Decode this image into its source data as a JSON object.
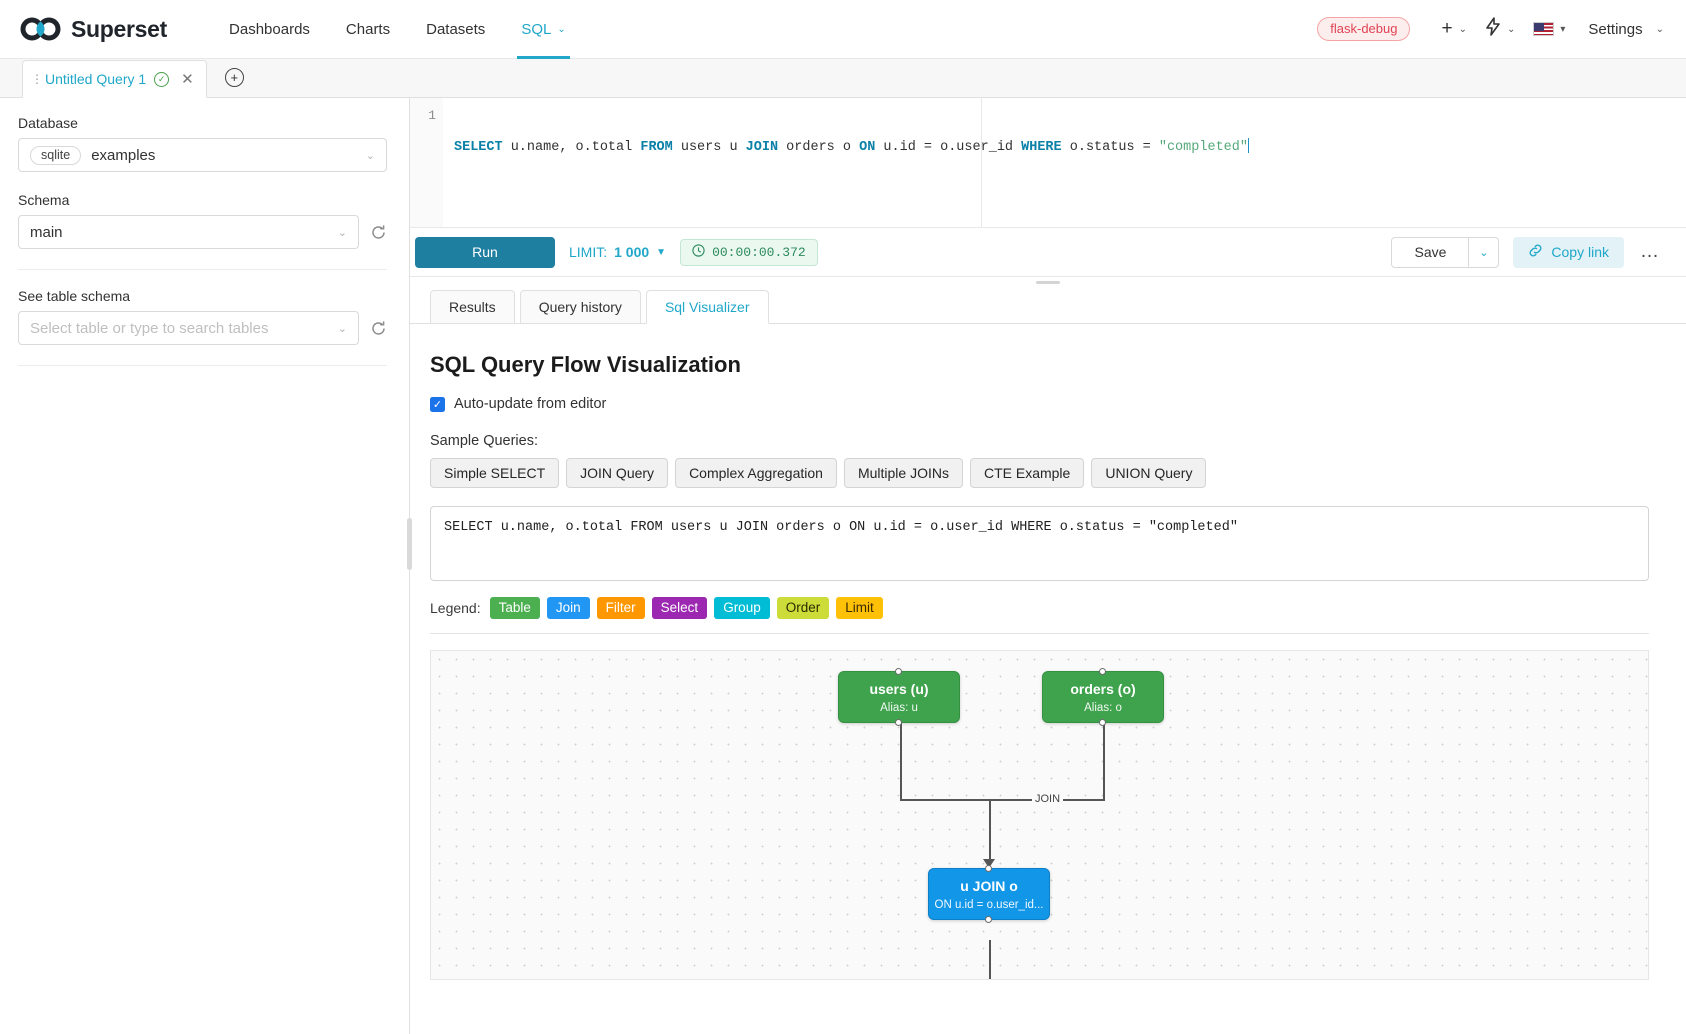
{
  "navbar": {
    "brand": "Superset",
    "links": [
      {
        "label": "Dashboards",
        "active": false,
        "caret": ""
      },
      {
        "label": "Charts",
        "active": false,
        "caret": ""
      },
      {
        "label": "Datasets",
        "active": false,
        "caret": ""
      },
      {
        "label": "SQL",
        "active": true,
        "caret": "⌄"
      }
    ],
    "debug_badge": "flask-debug",
    "plus_icon": "+",
    "plus_caret": "⌄",
    "bolt_icon": "⚡",
    "bolt_caret": "⌄",
    "lang_caret": "▾",
    "settings_label": "Settings",
    "settings_caret": "⌄",
    "accent_color": "#20a7c9"
  },
  "query_tabs": {
    "tab_label": "Untitled Query 1",
    "status_icon": "✓",
    "close_icon": "✕",
    "add_icon": "+"
  },
  "sidebar": {
    "database_label": "Database",
    "database_pill": "sqlite",
    "database_value": "examples",
    "schema_label": "Schema",
    "schema_value": "main",
    "table_label": "See table schema",
    "table_placeholder": "Select table or type to search tables",
    "caret": "⌄",
    "refresh_icon": "↻"
  },
  "editor": {
    "line_number": "1",
    "tokens": [
      {
        "t": "SELECT",
        "k": "kw"
      },
      {
        "t": " u.name, o.total ",
        "k": ""
      },
      {
        "t": "FROM",
        "k": "kw"
      },
      {
        "t": " users u ",
        "k": ""
      },
      {
        "t": "JOIN",
        "k": "kw"
      },
      {
        "t": " orders o ",
        "k": ""
      },
      {
        "t": "ON",
        "k": "kw"
      },
      {
        "t": " u.id = o.user_id ",
        "k": ""
      },
      {
        "t": "WHERE",
        "k": "kw"
      },
      {
        "t": " o.status = ",
        "k": ""
      },
      {
        "t": "\"completed\"",
        "k": "str"
      }
    ]
  },
  "toolbar": {
    "run_label": "Run",
    "limit_prefix": "LIMIT:",
    "limit_value": "1 000",
    "limit_caret": "▼",
    "timer_icon": "◴",
    "timer_value": "00:00:00.372",
    "save_label": "Save",
    "save_caret": "⌄",
    "copy_link_icon": "⚭",
    "copy_link_label": "Copy link",
    "more_icon": "…"
  },
  "result_tabs": [
    {
      "label": "Results",
      "active": false
    },
    {
      "label": "Query history",
      "active": false
    },
    {
      "label": "Sql Visualizer",
      "active": true
    }
  ],
  "visualizer": {
    "title": "SQL Query Flow Visualization",
    "auto_update_label": "Auto-update from editor",
    "auto_update_checked": true,
    "check_glyph": "✓",
    "sample_label": "Sample Queries:",
    "sample_buttons": [
      "Simple SELECT",
      "JOIN Query",
      "Complex Aggregation",
      "Multiple JOINs",
      "CTE Example",
      "UNION Query"
    ],
    "sql_text": "SELECT u.name, o.total FROM users u JOIN orders o ON u.id = o.user_id WHERE o.status = \"completed\"",
    "legend_label": "Legend:",
    "legend_items": [
      {
        "label": "Table",
        "color": "#4caf50"
      },
      {
        "label": "Join",
        "color": "#2196f3"
      },
      {
        "label": "Filter",
        "color": "#ff9800"
      },
      {
        "label": "Select",
        "color": "#9c27b0"
      },
      {
        "label": "Group",
        "color": "#00bcd4"
      },
      {
        "label": "Order",
        "color": "#cddc39"
      },
      {
        "label": "Limit",
        "color": "#ffc107"
      }
    ],
    "graph": {
      "nodes": [
        {
          "id": "users",
          "title": "users (u)",
          "sub": "Alias: u",
          "type": "table"
        },
        {
          "id": "orders",
          "title": "orders (o)",
          "sub": "Alias: o",
          "type": "table"
        },
        {
          "id": "join",
          "title": "u JOIN o",
          "sub": "ON u.id = o.user_id...",
          "type": "join"
        }
      ],
      "edge_label": "JOIN"
    }
  }
}
